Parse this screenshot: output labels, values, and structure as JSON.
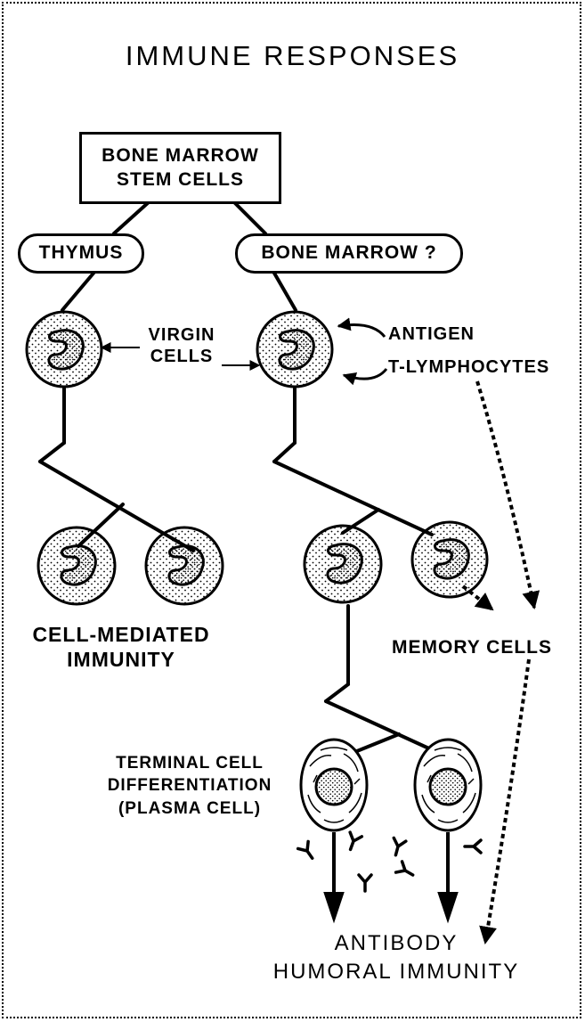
{
  "title": "IMMUNE RESPONSES",
  "nodes": {
    "stem_cells": [
      "BONE MARROW",
      "STEM CELLS"
    ],
    "thymus": "THYMUS",
    "bone_marrow": "BONE MARROW ?",
    "virgin_cells": [
      "VIRGIN",
      "CELLS"
    ],
    "antigen": "ANTIGEN",
    "t_lymphocytes": "T-LYMPHOCYTES",
    "cell_mediated": [
      "CELL-MEDIATED",
      "IMMUNITY"
    ],
    "memory_cells": "MEMORY CELLS",
    "terminal": [
      "TERMINAL CELL",
      "DIFFERENTIATION",
      "(PLASMA CELL)"
    ],
    "antibody": [
      "ANTIBODY",
      "HUMORAL IMMUNITY"
    ]
  },
  "colors": {
    "ink": "#000000",
    "background": "#ffffff"
  }
}
